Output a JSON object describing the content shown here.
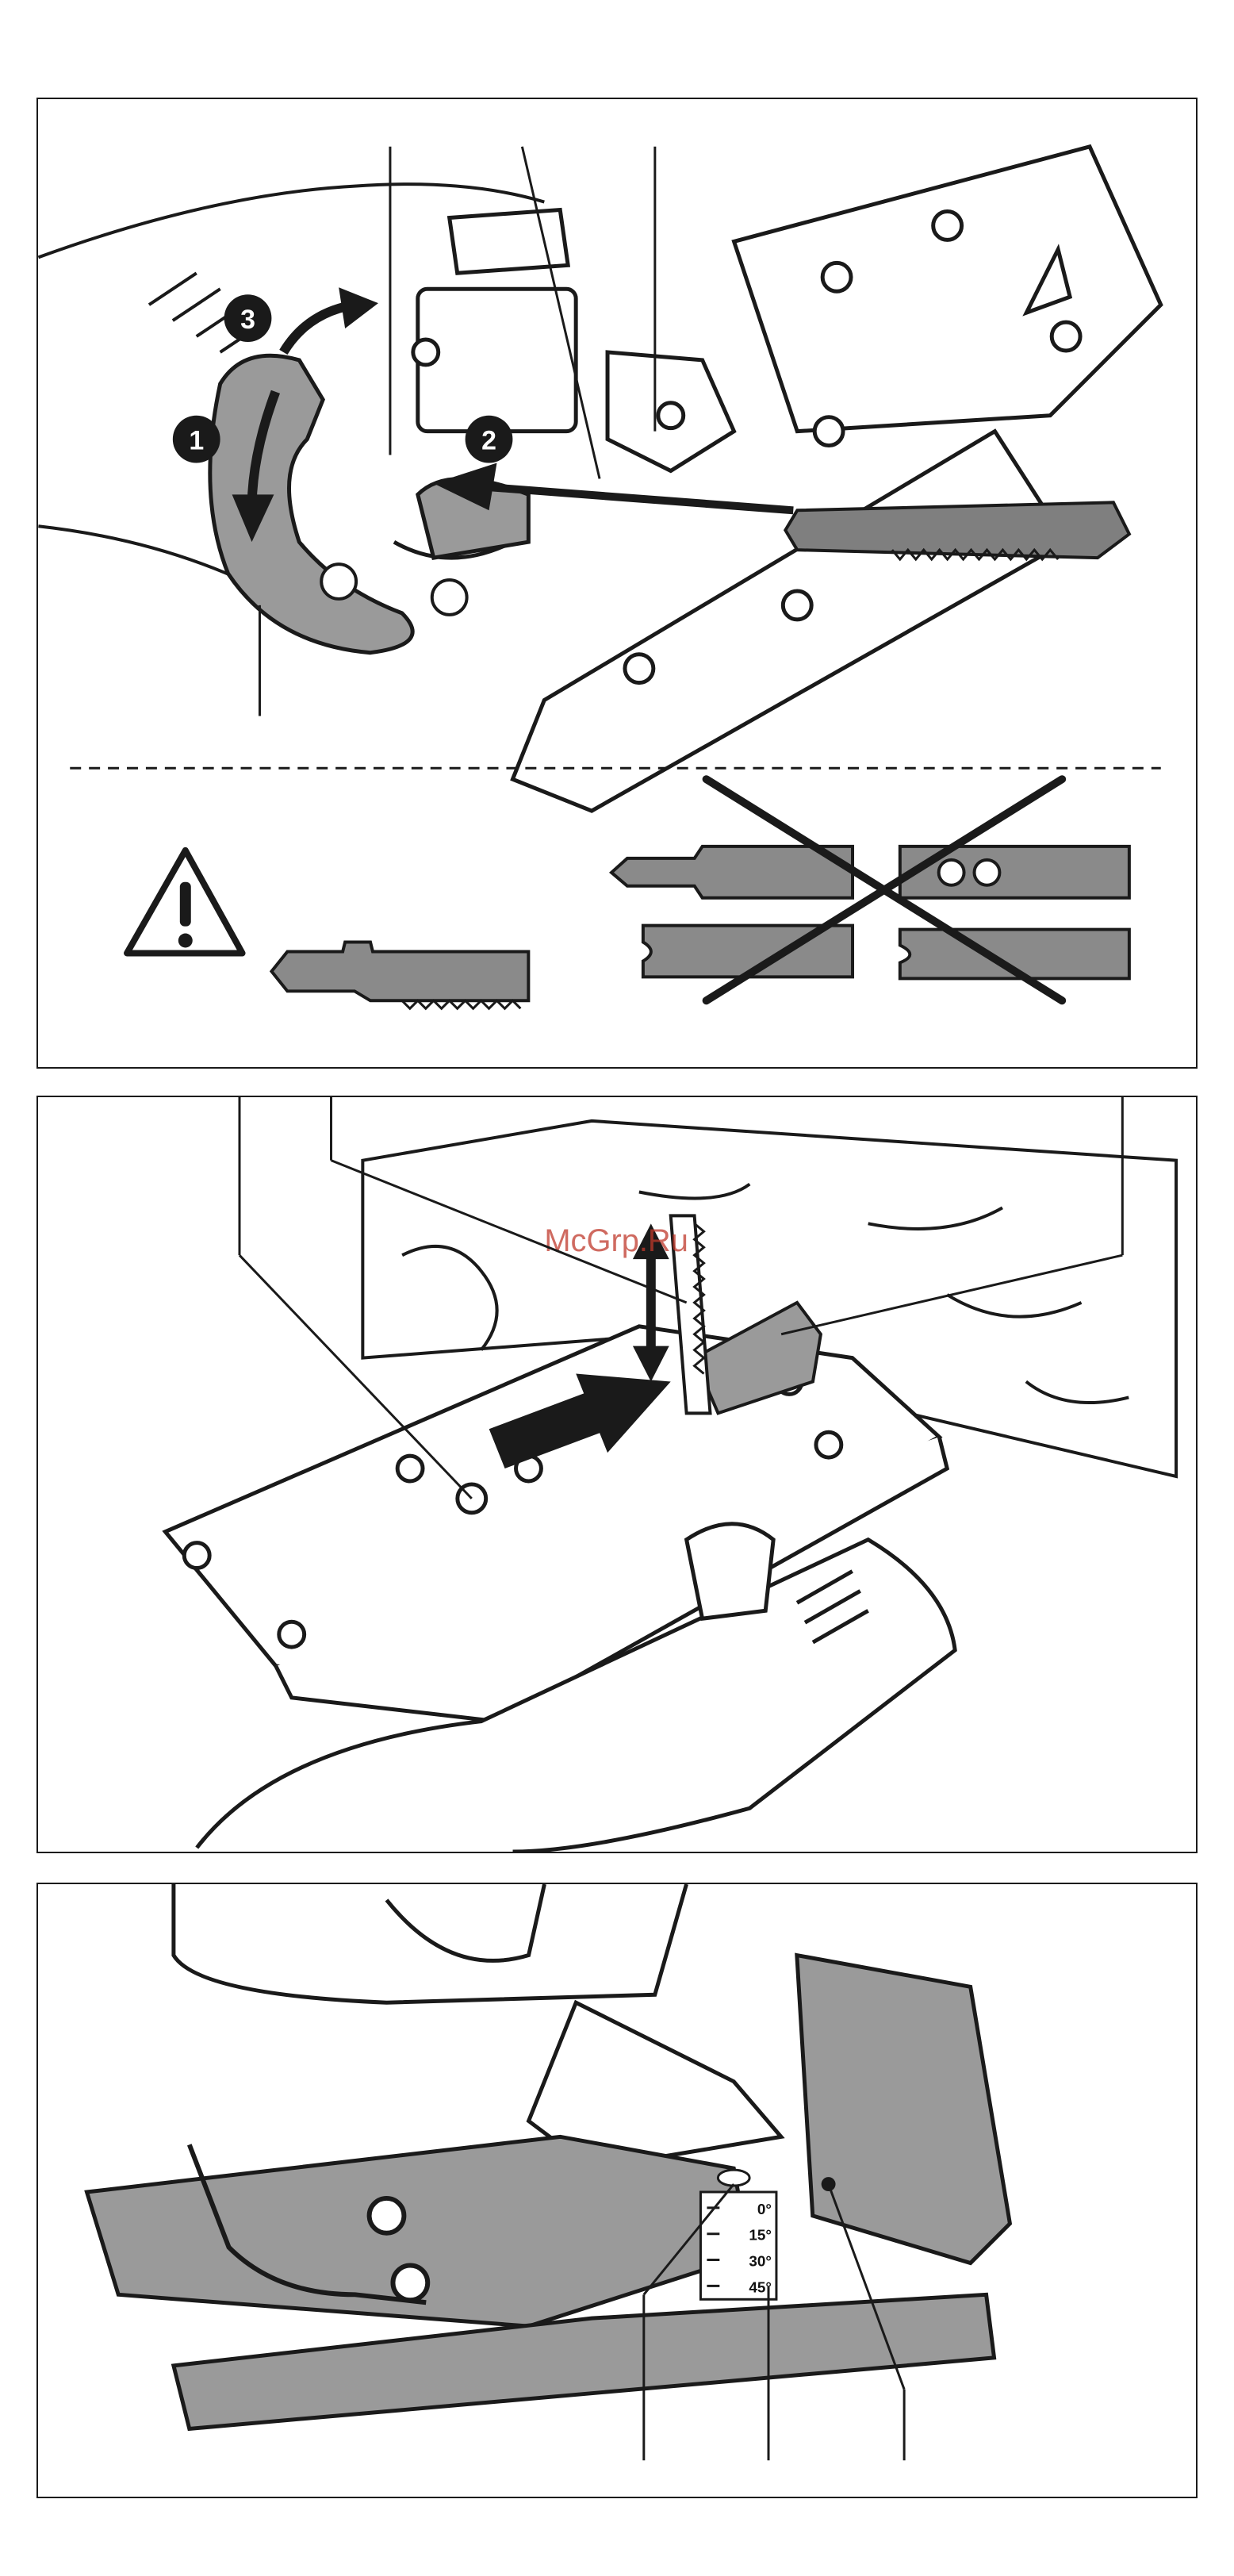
{
  "panel_1": {
    "steps": [
      {
        "number": "1"
      },
      {
        "number": "2"
      },
      {
        "number": "3"
      }
    ],
    "warning_icon": "warning-triangle-icon",
    "rejected_mark": "cross-out-icon"
  },
  "panel_2": {
    "watermark": "McGrp.Ru"
  },
  "panel_3": {
    "bevel_scale": [
      "0°",
      "15°",
      "30°",
      "45°"
    ]
  },
  "colors": {
    "line": "#1a1a1a",
    "part_gray": "#9a9a9a",
    "blade_gray": "#7f7f7f",
    "watermark": "#c0392b"
  }
}
